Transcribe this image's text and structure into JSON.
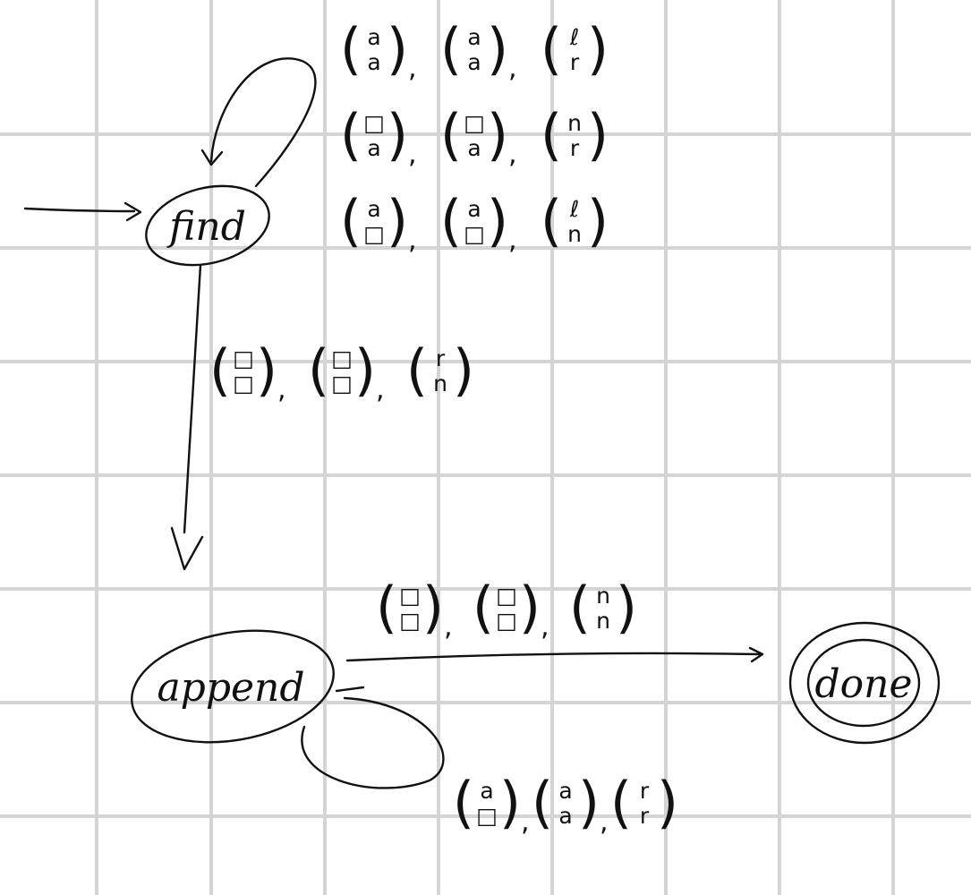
{
  "diagram": {
    "states": {
      "find": "find",
      "append": "append",
      "done": "done"
    },
    "transitions": {
      "find_self_loop": [
        [
          [
            "a",
            "a"
          ],
          [
            "a",
            "a"
          ],
          [
            "ℓ",
            "r"
          ]
        ],
        [
          [
            "□",
            "a"
          ],
          [
            "□",
            "a"
          ],
          [
            "n",
            "r"
          ]
        ],
        [
          [
            "a",
            "□"
          ],
          [
            "a",
            "□"
          ],
          [
            "ℓ",
            "n"
          ]
        ]
      ],
      "find_to_append": [
        [
          [
            "□",
            "□"
          ],
          [
            "□",
            "□"
          ],
          [
            "r",
            "n"
          ]
        ]
      ],
      "append_to_done": [
        [
          [
            "□",
            "□"
          ],
          [
            "□",
            "□"
          ],
          [
            "n",
            "n"
          ]
        ]
      ],
      "append_self_loop": [
        [
          [
            "a",
            "□"
          ],
          [
            "a",
            "a"
          ],
          [
            "r",
            "r"
          ]
        ]
      ]
    }
  }
}
